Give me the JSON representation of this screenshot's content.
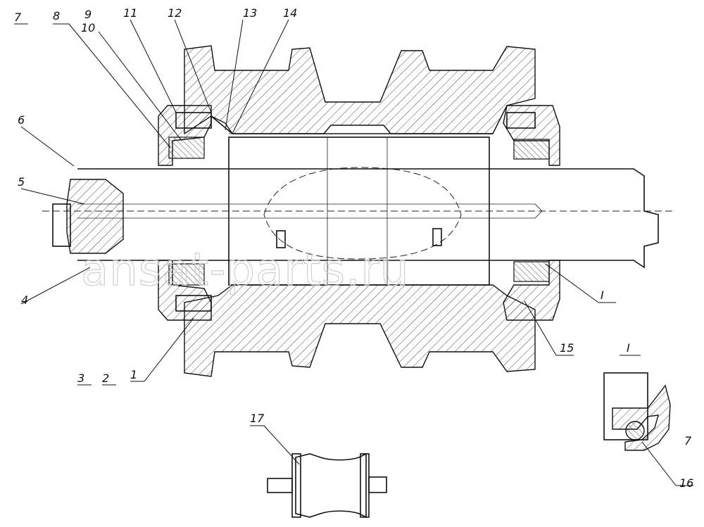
{
  "callouts": {
    "c1": "1",
    "c2": "2",
    "c3": "3",
    "c4": "4",
    "c5": "5",
    "c6": "6",
    "c7": "7",
    "c8": "8",
    "c9": "9",
    "c10": "10",
    "c11": "11",
    "c12": "12",
    "c13": "13",
    "c14": "14",
    "c15": "15",
    "c16": "16",
    "c17": "17",
    "detail_mark_main": "I",
    "detail_title": "I",
    "detail_ref_7": "7"
  },
  "watermark": "ansat-parts.ru"
}
